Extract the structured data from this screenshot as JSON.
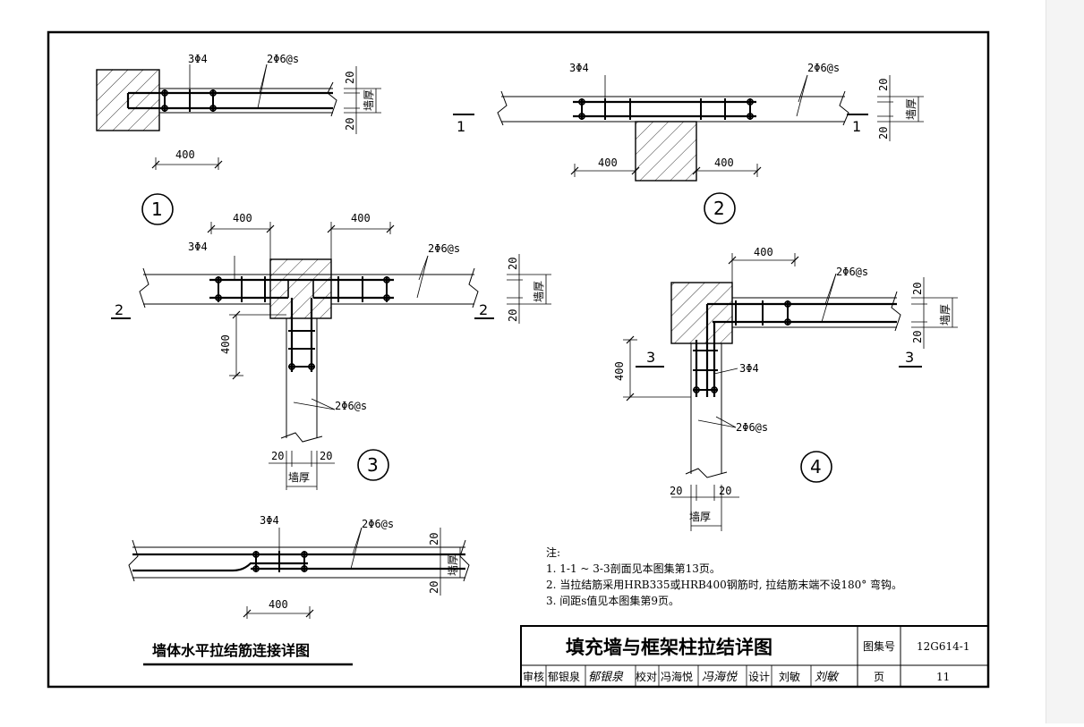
{
  "details": {
    "d1": {
      "tie_bar": "3Φ4",
      "mesh_bar": "2Φ6@s",
      "length": "400",
      "cover_top": "20",
      "cover_bottom": "20",
      "wall_thickness": "墙厚",
      "number": "1"
    },
    "d2": {
      "tie_bar": "3Φ4",
      "mesh_bar": "2Φ6@s",
      "length_left": "400",
      "length_right": "400",
      "cover_top": "20",
      "cover_bottom": "20",
      "wall_thickness": "墙厚",
      "number": "2",
      "section_mark": "1"
    },
    "d3": {
      "tie_bar": "3Φ4",
      "mesh_bar_h": "2Φ6@s",
      "mesh_bar_v": "2Φ6@s",
      "length_left": "400",
      "length_right": "400",
      "length_down": "400",
      "cover_top": "20",
      "cover_bottom": "20",
      "cover_left": "20",
      "cover_right": "20",
      "wall_thickness_h": "墙厚",
      "wall_thickness_v": "墙厚",
      "number": "3",
      "section_mark": "2"
    },
    "d4": {
      "tie_bar": "3Φ4",
      "mesh_bar_h": "2Φ6@s",
      "mesh_bar_v": "2Φ6@s",
      "length_right": "400",
      "length_down": "400",
      "cover_top": "20",
      "cover_bottom": "20",
      "cover_left": "20",
      "cover_right": "20",
      "wall_thickness_h": "墙厚",
      "wall_thickness_v": "墙厚",
      "number": "4",
      "section_mark": "3"
    },
    "splice": {
      "tie_bar": "3Φ4",
      "mesh_bar": "2Φ6@s",
      "length": "400",
      "cover_top": "20",
      "cover_bottom": "20",
      "wall_thickness": "墙厚",
      "caption": "墙体水平拉结筋连接详图"
    }
  },
  "notes": {
    "heading": "注:",
    "items": [
      "1. 1-1 ~ 3-3剖面见本图集第13页。",
      "2. 当拉结筋采用HRB335或HRB400钢筋时, 拉结筋末端不设180° 弯钩。",
      "3. 间距s值见本图集第9页。"
    ]
  },
  "title_block": {
    "title": "填充墙与框架柱拉结详图",
    "atlas_label": "图集号",
    "atlas_no": "12G614-1",
    "page_label": "页",
    "page_no": "11",
    "review_label": "审核",
    "reviewer": "郁银泉",
    "check_label": "校对",
    "checker": "冯海悦",
    "design_label": "设计",
    "designer": "刘敏",
    "reviewer_signature": "郁银泉",
    "checker_signature": "冯海悦",
    "designer_signature": "刘敏"
  },
  "colors": {
    "line": "#000000",
    "paper": "#ffffff",
    "margin_strip": "#f4f4f4"
  }
}
